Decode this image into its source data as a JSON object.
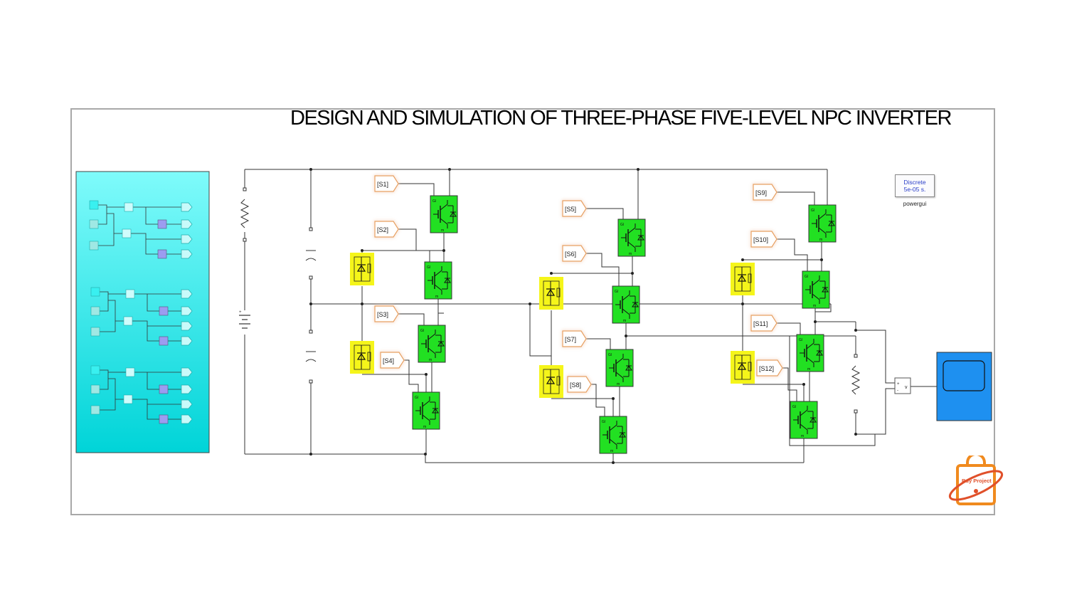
{
  "title": "DESIGN AND SIMULATION OF THREE-PHASE FIVE-LEVEL NPC INVERTER",
  "powergui": {
    "mode": "Discrete",
    "step": "5e-05 s.",
    "label": "powergui"
  },
  "goto_tags": [
    "[S1]",
    "[S2]",
    "[S3]",
    "[S4]",
    "[S5]",
    "[S6]",
    "[S7]",
    "[S8]",
    "[S9]",
    "[S10]",
    "[S11]",
    "[S12]"
  ],
  "scope_label": "v",
  "logo_text": "Buy Project",
  "colors": {
    "igbt": "#22e022",
    "diode_highlight": "#f5f51a",
    "subsystem": "#3de0e6",
    "scope": "#1e90f0",
    "logo": "#f08a1e"
  }
}
